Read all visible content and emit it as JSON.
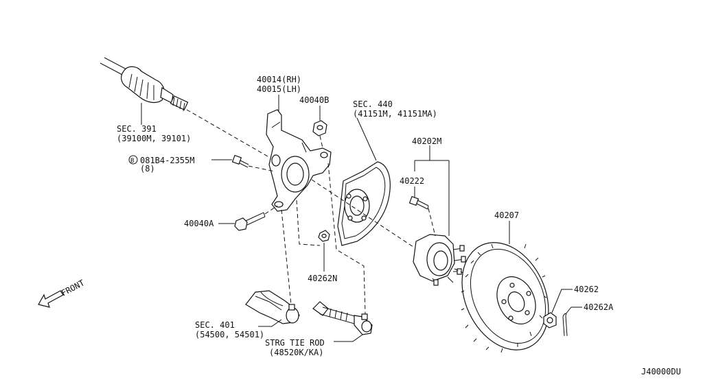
{
  "diagram_id": "J40000DU",
  "labels": {
    "sec391_title": "SEC. 391",
    "sec391_parts": "(39100M, 39101)",
    "knuckle_rh": "40014(RH)",
    "knuckle_lh": "40015(LH)",
    "nut_40040b": "40040B",
    "bolt_circle_mark": "B",
    "bolt_081b4": "081B4-2355M",
    "bolt_qty": "(8)",
    "bolt_40040a": "40040A",
    "sec440_title": "SEC. 440",
    "sec440_parts": "(41151M, 41151MA)",
    "hub_40202m": "40202M",
    "stud_40222": "40222",
    "rotor_40207": "40207",
    "nut_40262n": "40262N",
    "nut_40262": "40262",
    "pin_40262a": "40262A",
    "front_label": "FRONT",
    "sec401_title": "SEC. 401",
    "sec401_parts": "(54500, 54501)",
    "tierod_title": "STRG TIE ROD",
    "tierod_parts": "(48520K/KA)"
  },
  "colors": {
    "line": "#111111",
    "background": "#ffffff"
  }
}
